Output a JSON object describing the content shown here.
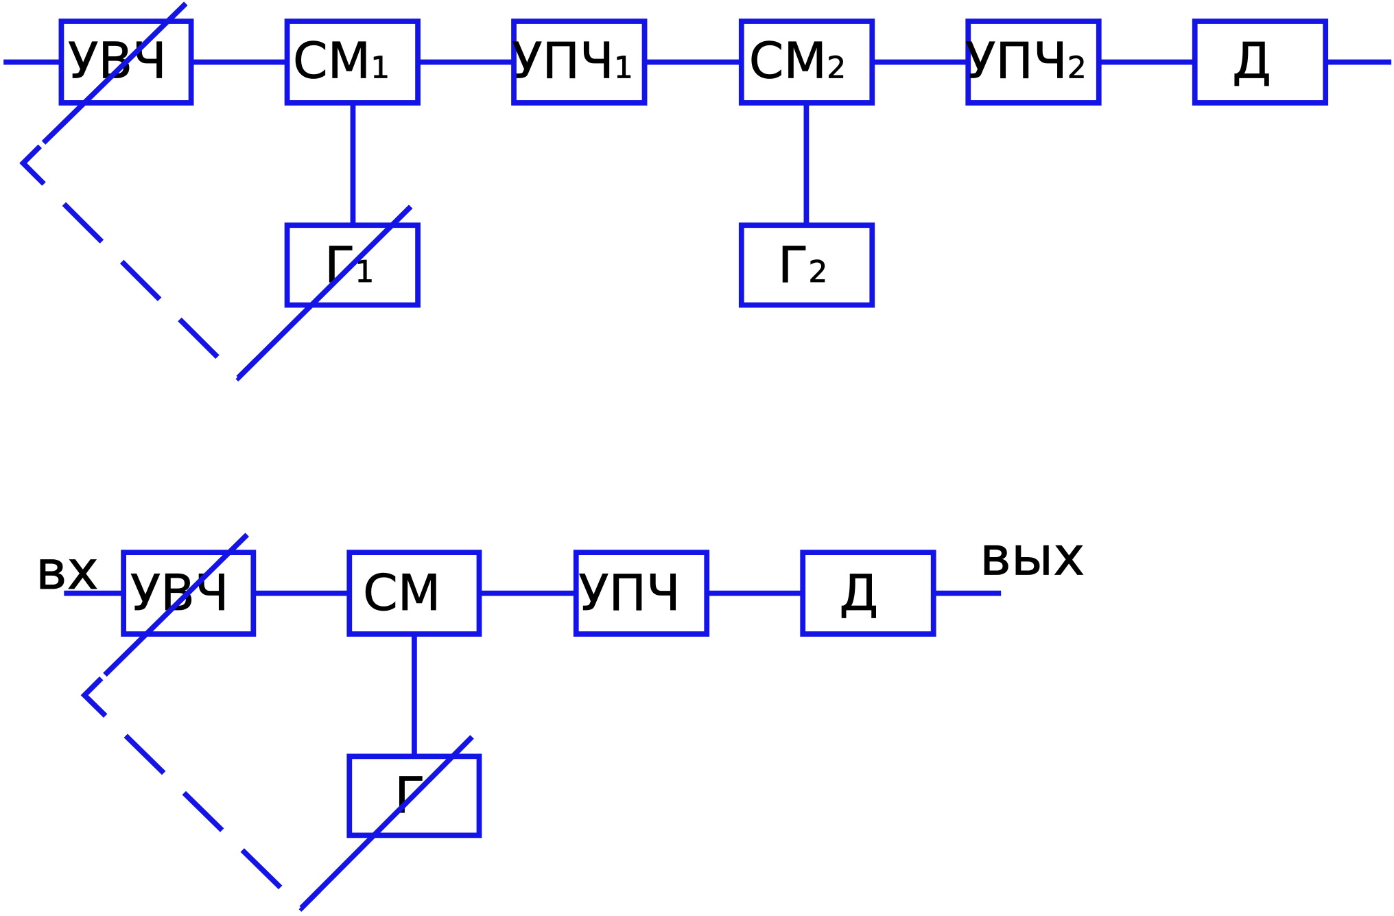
{
  "colors": {
    "line": "#1414e6",
    "text": "#000000",
    "background": "#ffffff"
  },
  "diagrams": [
    {
      "id": "double-conversion-receiver",
      "blocks": [
        {
          "key": "rf_amp",
          "label": "УВЧ",
          "sub": ""
        },
        {
          "key": "mixer1",
          "label": "СМ",
          "sub": "1"
        },
        {
          "key": "if_amp1",
          "label": "УПЧ",
          "sub": "1"
        },
        {
          "key": "mixer2",
          "label": "СМ",
          "sub": "2"
        },
        {
          "key": "if_amp2",
          "label": "УПЧ",
          "sub": "2"
        },
        {
          "key": "detector",
          "label": "Д",
          "sub": ""
        },
        {
          "key": "lo1",
          "label": "Г",
          "sub": "1"
        },
        {
          "key": "lo2",
          "label": "Г",
          "sub": "2"
        }
      ],
      "connections": [
        [
          "input",
          "rf_amp"
        ],
        [
          "rf_amp",
          "mixer1"
        ],
        [
          "mixer1",
          "if_amp1"
        ],
        [
          "if_amp1",
          "mixer2"
        ],
        [
          "mixer2",
          "if_amp2"
        ],
        [
          "if_amp2",
          "detector"
        ],
        [
          "detector",
          "output"
        ],
        [
          "mixer1",
          "lo1"
        ],
        [
          "mixer2",
          "lo2"
        ]
      ],
      "ganged_tuning": [
        "rf_amp",
        "lo1"
      ]
    },
    {
      "id": "single-conversion-receiver",
      "input_label": "вх",
      "output_label": "вых",
      "blocks": [
        {
          "key": "rf_amp",
          "label": "УВЧ",
          "sub": ""
        },
        {
          "key": "mixer",
          "label": "СМ",
          "sub": ""
        },
        {
          "key": "if_amp",
          "label": "УПЧ",
          "sub": ""
        },
        {
          "key": "detector",
          "label": "Д",
          "sub": ""
        },
        {
          "key": "lo",
          "label": "Г",
          "sub": ""
        }
      ],
      "connections": [
        [
          "input",
          "rf_amp"
        ],
        [
          "rf_amp",
          "mixer"
        ],
        [
          "mixer",
          "if_amp"
        ],
        [
          "if_amp",
          "detector"
        ],
        [
          "detector",
          "output"
        ],
        [
          "mixer",
          "lo"
        ]
      ],
      "ganged_tuning": [
        "rf_amp",
        "lo"
      ]
    }
  ]
}
